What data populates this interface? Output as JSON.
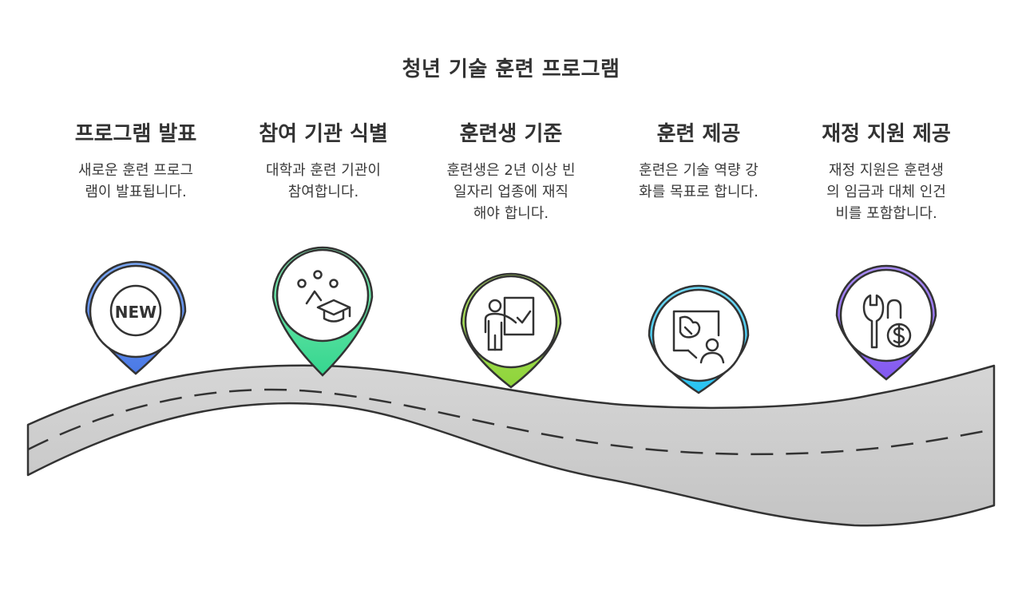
{
  "title": "청년 기술 훈련 프로그램",
  "steps": [
    {
      "title": "프로그램 발표",
      "description": "새로운 훈련 프로그\n램이 발표됩니다.",
      "icon": "new-badge-icon",
      "color_top": "#7aa7f5",
      "color_bottom": "#4a79e6"
    },
    {
      "title": "참여 기관 식별",
      "description": "대학과 훈련 기관이\n참여합니다.",
      "icon": "graduation-cap-icon",
      "color_top": "#86ecb4",
      "color_bottom": "#35d68f"
    },
    {
      "title": "훈련생 기준",
      "description": "훈련생은 2년 이상 빈\n일자리 업종에 재직\n해야 합니다.",
      "icon": "trainee-board-icon",
      "color_top": "#b9ec6a",
      "color_bottom": "#8ed33a"
    },
    {
      "title": "훈련 제공",
      "description": "훈련은 기술 역량 강\n화를 목표로 합니다.",
      "icon": "presentation-icon",
      "color_top": "#6fd8f6",
      "color_bottom": "#27c2f1"
    },
    {
      "title": "재정 지원 제공",
      "description": "재정 지원은 훈련생\n의 임금과 대체 인건\n비를 포함합니다.",
      "icon": "wrench-dollar-icon",
      "color_top": "#a98cf5",
      "color_bottom": "#8258f0"
    }
  ],
  "icon_text": {
    "new_badge": "NEW"
  }
}
